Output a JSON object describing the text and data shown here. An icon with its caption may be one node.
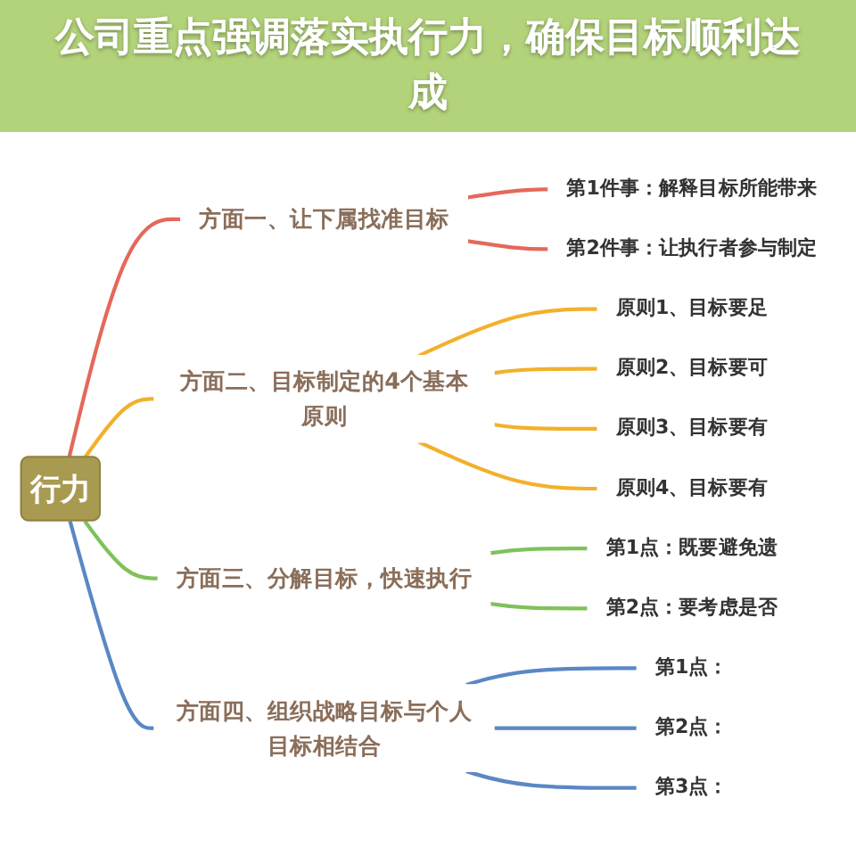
{
  "diagram": {
    "title": "公司重点强调落实执行力，确保目标顺利达成",
    "nodes": [
      {
        "text": [
          "行力"
        ]
      },
      {
        "text": [
          "方面一、让下属找准目标"
        ]
      },
      {
        "text": [
          "第1件事：解释目标所能带来"
        ]
      },
      {
        "text": [
          "第2件事：让执行者参与制定"
        ]
      },
      {
        "text": [
          "方面二、目标制定的4个基本原则"
        ]
      },
      {
        "text": [
          "原则1、目标要足"
        ]
      },
      {
        "text": [
          "原则2、目标要可"
        ]
      },
      {
        "text": [
          "原则3、目标要有"
        ]
      },
      {
        "text": [
          "原则4、目标要有"
        ]
      },
      {
        "text": [
          "方面三、分解目标，快速执行"
        ]
      },
      {
        "text": [
          "第1点：既要避免遗"
        ]
      },
      {
        "text": [
          "第2点：要考虑是否"
        ]
      },
      {
        "text": [
          "方面四、组织战略目标与个人目标相结合"
        ]
      },
      {
        "text": [
          "第1点："
        ]
      },
      {
        "text": [
          "第2点："
        ]
      },
      {
        "text": [
          "第3点："
        ]
      }
    ],
    "edges": [
      {
        "from": 0,
        "to": 1,
        "arrow": "none",
        "color": "#e5685a"
      },
      {
        "from": 1,
        "to": 2,
        "arrow": "none",
        "color": "#e5685a"
      },
      {
        "from": 1,
        "to": 3,
        "arrow": "none",
        "color": "#e5685a"
      },
      {
        "from": 0,
        "to": 4,
        "arrow": "none",
        "color": "#f2b12c"
      },
      {
        "from": 4,
        "to": 5,
        "arrow": "none",
        "color": "#f2b12c"
      },
      {
        "from": 4,
        "to": 6,
        "arrow": "none",
        "color": "#f2b12c"
      },
      {
        "from": 4,
        "to": 7,
        "arrow": "none",
        "color": "#f2b12c"
      },
      {
        "from": 4,
        "to": 8,
        "arrow": "none",
        "color": "#f2b12c"
      },
      {
        "from": 0,
        "to": 9,
        "arrow": "none",
        "color": "#7fc25a"
      },
      {
        "from": 9,
        "to": 10,
        "arrow": "none",
        "color": "#7fc25a"
      },
      {
        "from": 9,
        "to": 11,
        "arrow": "none",
        "color": "#7fc25a"
      },
      {
        "from": 0,
        "to": 12,
        "arrow": "none",
        "color": "#5b87c5"
      },
      {
        "from": 12,
        "to": 13,
        "arrow": "none",
        "color": "#5b87c5"
      },
      {
        "from": 12,
        "to": 14,
        "arrow": "none",
        "color": "#5b87c5"
      },
      {
        "from": 12,
        "to": 15,
        "arrow": "none",
        "color": "#5b87c5"
      }
    ]
  }
}
